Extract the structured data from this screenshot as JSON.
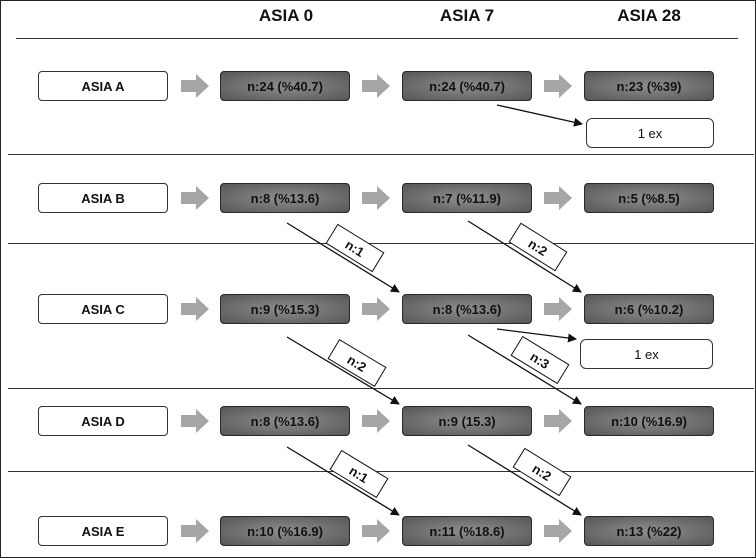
{
  "columns": [
    "ASIA 0",
    "ASIA 7",
    "ASIA 28"
  ],
  "rows": [
    {
      "label": "ASIA A",
      "cells": [
        "n:24 (%40.7)",
        "n:24 (%40.7)",
        "n:23 (%39)"
      ]
    },
    {
      "label": "ASIA B",
      "cells": [
        "n:8 (%13.6)",
        "n:7 (%11.9)",
        "n:5 (%8.5)"
      ]
    },
    {
      "label": "ASIA C",
      "cells": [
        "n:9 (%15.3)",
        "n:8 (%13.6)",
        "n:6 (%10.2)"
      ]
    },
    {
      "label": "ASIA D",
      "cells": [
        "n:8 (%13.6)",
        "n:9 (15.3)",
        "n:10 (%16.9)"
      ]
    },
    {
      "label": "ASIA E",
      "cells": [
        "n:10 (%16.9)",
        "n:11 (%18.6)",
        "n:13 (%22)"
      ]
    }
  ],
  "exits": [
    {
      "row": "ASIA A",
      "text": "1 ex"
    },
    {
      "row": "ASIA C",
      "text": "1 ex"
    }
  ],
  "transitions": [
    {
      "from": "ASIA B",
      "to": "ASIA C",
      "interval": "ASIA 0 → ASIA 7",
      "label": "n:1"
    },
    {
      "from": "ASIA B",
      "to": "ASIA C",
      "interval": "ASIA 7 → ASIA 28",
      "label": "n:2"
    },
    {
      "from": "ASIA C",
      "to": "ASIA D",
      "interval": "ASIA 0 → ASIA 7",
      "label": "n:2"
    },
    {
      "from": "ASIA C",
      "to": "ASIA D",
      "interval": "ASIA 7 → ASIA 28",
      "label": "n:3"
    },
    {
      "from": "ASIA D",
      "to": "ASIA E",
      "interval": "ASIA 0 → ASIA 7",
      "label": "n:1"
    },
    {
      "from": "ASIA D",
      "to": "ASIA E",
      "interval": "ASIA 7 → ASIA 28",
      "label": "n:2"
    }
  ],
  "colors": {
    "cell_fill": "#6f6f6f",
    "arrow_fill": "#a6a6a6",
    "line": "#222222"
  }
}
